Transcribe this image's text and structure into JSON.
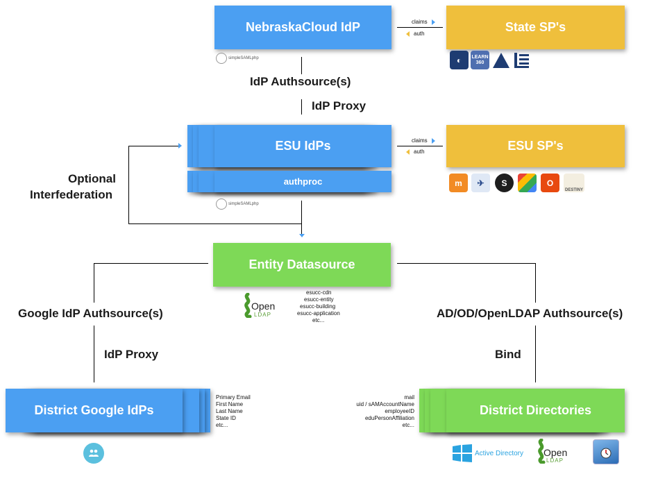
{
  "nodes": {
    "nebraska_idp": "NebraskaCloud IdP",
    "state_sps": "State SP's",
    "esu_idps": "ESU IdPs",
    "authproc": "authproc",
    "esu_sps": "ESU SP's",
    "entity_datasource": "Entity Datasource",
    "district_google": "District Google IdPs",
    "district_directories": "District Directories"
  },
  "edge_labels": {
    "idp_authsources": "IdP Authsource(s)",
    "idp_proxy_top": "IdP Proxy",
    "optional_line1": "Optional",
    "optional_line2": "Interfederation",
    "google_authsources": "Google IdP Authsource(s)",
    "idp_proxy_bottom": "IdP Proxy",
    "ad_authsources": "AD/OD/OpenLDAP Authsource(s)",
    "bind": "Bind"
  },
  "flow": {
    "claims_top": "claims",
    "auth_top": "auth",
    "claims_esu": "claims",
    "auth_esu": "auth"
  },
  "attributes": {
    "entity": [
      "esucc-cdn",
      "esucc-entity",
      "esucc-building",
      "esucc-application",
      "etc..."
    ],
    "google": [
      "Primary Email",
      "First Name",
      "Last Name",
      "State ID",
      "etc..."
    ],
    "directory": [
      "mail",
      "uid / sAMAccountName",
      "employeeID",
      "eduPersonAffiliation",
      "etc..."
    ]
  },
  "logos": {
    "simplesaml": "simpleSAMLphp",
    "openldap_open": "Open",
    "openldap_ldap": "LDAP",
    "active_directory": "Active Directory",
    "learn360": "LEARN 360",
    "destiny": "DESTINY"
  },
  "colors": {
    "blue": "#4b9ff2",
    "yellow": "#efbf3c",
    "green": "#7ed957"
  }
}
